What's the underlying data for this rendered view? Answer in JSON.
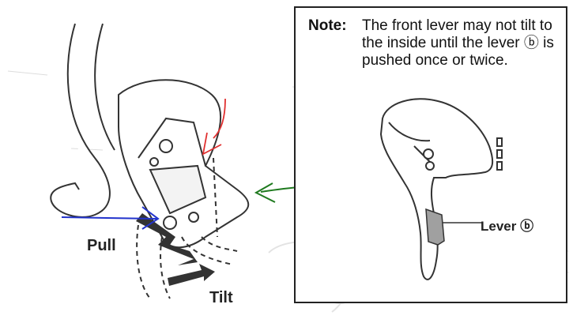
{
  "note": {
    "label": "Note:",
    "text": "The front lever may not tilt to the inside until the lever ⓑ is pushed once or twice."
  },
  "labels": {
    "pull": "Pull",
    "tilt": "Tilt",
    "lever_b": "Lever ⓑ"
  },
  "colors": {
    "annotation_red": "#e03030",
    "annotation_blue": "#2233cc",
    "annotation_green": "#1f7a1f",
    "lever_b_fill": "#a0a0a0"
  }
}
